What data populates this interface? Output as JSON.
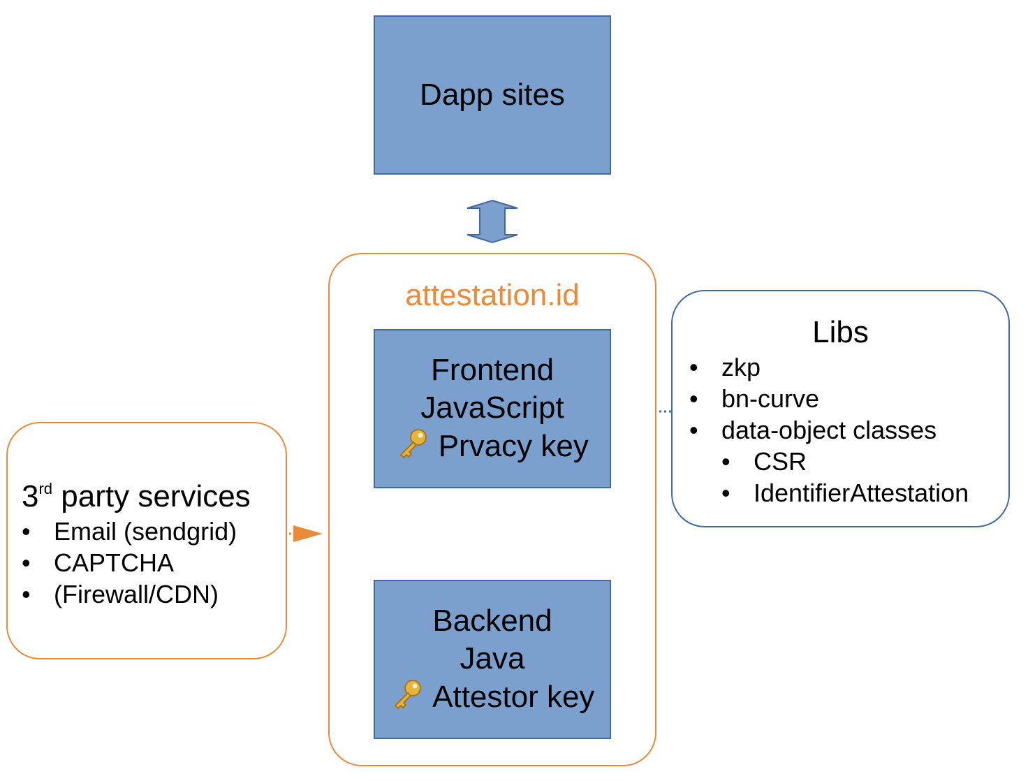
{
  "dapp": {
    "label": "Dapp sites"
  },
  "attestation": {
    "title": "attestation.id",
    "frontend": {
      "line1": "Frontend",
      "line2": "JavaScript",
      "key_label": "Prvacy key"
    },
    "backend": {
      "line1": "Backend",
      "line2": "Java",
      "key_label": "Attestor key"
    }
  },
  "libs": {
    "title": "Libs",
    "items": [
      "zkp",
      "bn-curve",
      "data-object classes"
    ],
    "sub_items": [
      "CSR",
      "IdentifierAttestation"
    ]
  },
  "third_party": {
    "title_prefix": "3",
    "title_sup": "rd",
    "title_suffix": " party services",
    "items": [
      "Email (sendgrid)",
      "CAPTCHA",
      "(Firewall/CDN)"
    ]
  },
  "icons": {
    "key": "key-icon"
  },
  "colors": {
    "box_fill": "#7ba0cd",
    "box_border": "#3f6aa3",
    "accent_orange": "#ea8a3a",
    "accent_blue": "#3f6aa3"
  }
}
